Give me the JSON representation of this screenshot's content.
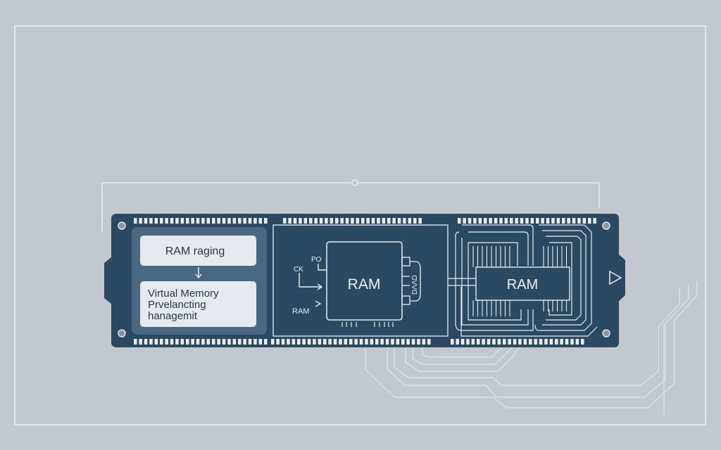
{
  "colors": {
    "background": "#c3c7ce",
    "frame_line": "#eef1f5",
    "board": "#2b4a62",
    "board_panel": "#4a6881",
    "box_fill": "#e6e9ee",
    "box_text": "#2b3440",
    "trace": "#e8edf2",
    "pad": "#e8edf2",
    "screw": "#8a95a1"
  },
  "left_panel": {
    "top_box_label": "RAM raging",
    "arrow_icon": "arrow-down-icon",
    "bottom_box_lines": [
      "Virtual Memory",
      "Prvelancting",
      "hanagemit"
    ]
  },
  "center_chip": {
    "label": "RAM",
    "pin_labels": {
      "ck": "CK",
      "po": "PO",
      "ram": "RAM",
      "side": "DɅɅD"
    }
  },
  "right_chip": {
    "label": "RAM"
  },
  "notch_icon": "play-triangle-icon"
}
